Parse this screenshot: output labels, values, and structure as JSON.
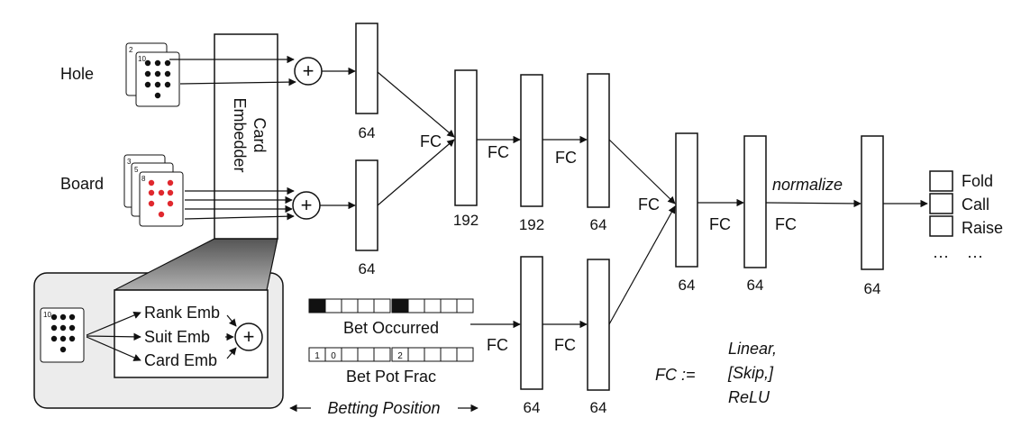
{
  "inputs": {
    "hole_label": "Hole",
    "board_label": "Board"
  },
  "card_embedder": {
    "line1": "Card",
    "line2": "Embedder"
  },
  "inset": {
    "rank_emb": "Rank Emb",
    "suit_emb": "Suit Emb",
    "card_emb": "Card Emb"
  },
  "plus_symbol": "+",
  "cards": {
    "hole_back_rank": "2",
    "hole_front_rank": "10",
    "board_back_rank": "3",
    "board_mid_rank": "5",
    "board_front_rank": "8",
    "inset_card_rank": "10"
  },
  "layers": {
    "hole_out": "64",
    "board_out": "64",
    "l1": "192",
    "l2": "192",
    "l3": "64",
    "bet_l1": "64",
    "bet_l2": "64",
    "merge_l1": "64",
    "merge_l2": "64",
    "final": "64"
  },
  "fc_label": "FC",
  "normalize_label": "normalize",
  "bet": {
    "occurred_label": "Bet Occurred",
    "pot_frac_label": "Bet Pot Frac",
    "pot_cells_1": [
      "1",
      "0"
    ],
    "pot_cells_2": [
      "2"
    ]
  },
  "betting_position_label": "Betting Position",
  "outputs": {
    "fold": "Fold",
    "call": "Call",
    "raise": "Raise",
    "ellipsis": "···"
  },
  "legend": {
    "lhs": "FC :=",
    "line1": "Linear,",
    "line2": "[Skip,]",
    "line3": "ReLU"
  },
  "colors": {
    "red_suit": "#e0282e",
    "black": "#111111",
    "inset_bg": "#ececec",
    "funnel_dark": "#5a5a5a",
    "funnel_light": "#a8a8a8"
  }
}
